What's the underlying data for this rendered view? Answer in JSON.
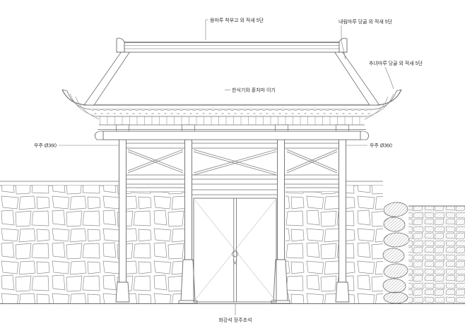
{
  "drawing": {
    "title": "traditional-gate-elevation",
    "annotations": {
      "ridge": "용마루 착부고 외 적새 5단",
      "descending_ridge": "내림마루 당골 외 적새 5단",
      "hip_ridge": "추녀마루 당골 외 적새 5단",
      "roof_tile": "한식기와 홑처마 이기",
      "corner_column_left": "우주 Ø360",
      "corner_column_right": "우주 Ø360",
      "foundation_stone": "화강석 장주초석"
    },
    "colors": {
      "line": "#6b6b6b",
      "text": "#333333",
      "background": "#ffffff"
    }
  }
}
